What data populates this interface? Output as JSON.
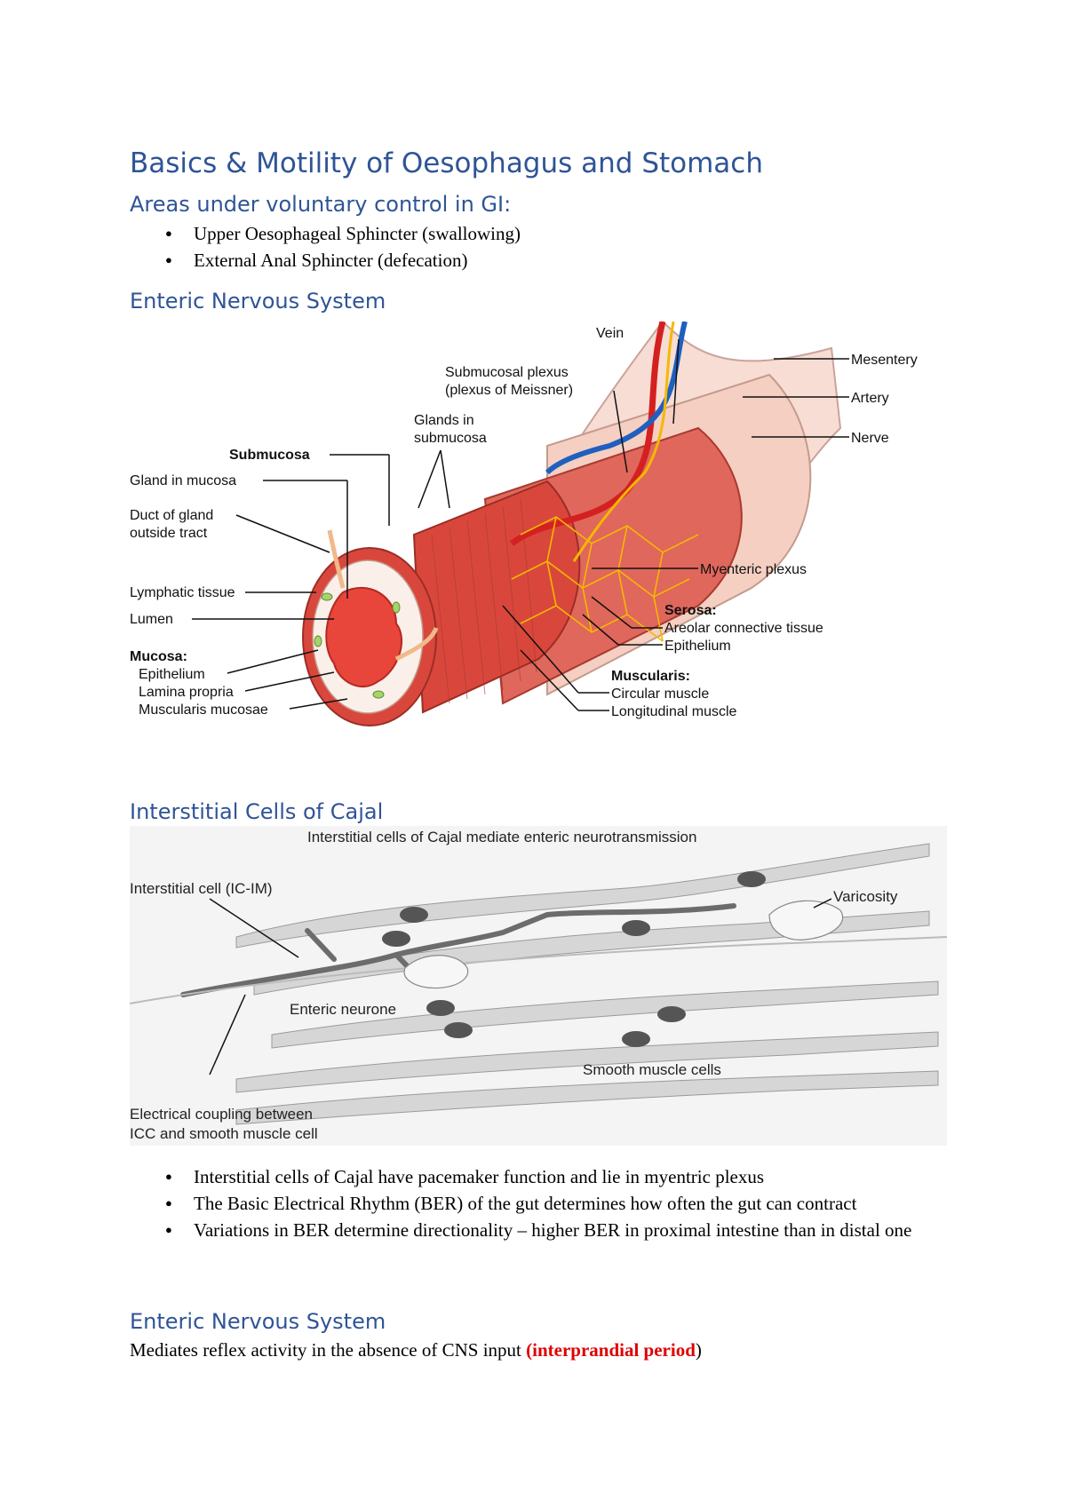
{
  "title": "Basics & Motility of Oesophagus and Stomach",
  "voluntary": {
    "heading": "Areas under voluntary control in GI:",
    "items": [
      "Upper Oesophageal Sphincter (swallowing)",
      "External Anal Sphincter (defecation)"
    ]
  },
  "ens1": {
    "heading": "Enteric Nervous System",
    "figure": {
      "labels": {
        "vein": "Vein",
        "submucosal_plexus_1": "Submucosal plexus",
        "submucosal_plexus_2": "(plexus of Meissner)",
        "mesentery": "Mesentery",
        "artery": "Artery",
        "nerve": "Nerve",
        "glands_in_1": "Glands in",
        "glands_in_2": "submucosa",
        "submucosa": "Submucosa",
        "gland_in_mucosa": "Gland in mucosa",
        "duct_1": "Duct of gland",
        "duct_2": "outside tract",
        "myenteric_plexus": "Myenteric plexus",
        "lymphatic": "Lymphatic tissue",
        "lumen": "Lumen",
        "serosa": "Serosa:",
        "areolar": "Areolar connective tissue",
        "epithelium_serosa": "Epithelium",
        "mucosa": "Mucosa:",
        "epithelium_mucosa": "Epithelium",
        "lamina": "Lamina propria",
        "muscularis_mucosae": "Muscularis mucosae",
        "muscularis": "Muscularis:",
        "circular": "Circular muscle",
        "longitudinal": "Longitudinal muscle"
      }
    }
  },
  "icc": {
    "heading": "Interstitial Cells of Cajal",
    "figure": {
      "caption": "Interstitial cells of Cajal mediate enteric neurotransmission",
      "labels": {
        "interstitial_cell": "Interstitial cell (IC-IM)",
        "varicosity": "Varicosity",
        "enteric_neurone": "Enteric neurone",
        "smooth_muscle": "Smooth muscle cells",
        "coupling_1": "Electrical coupling between",
        "coupling_2": "ICC and smooth muscle cell"
      }
    },
    "items": [
      "Interstitial cells of Cajal have pacemaker function and lie in myentric plexus",
      "The Basic Electrical Rhythm (BER) of the gut determines how often the gut can contract",
      "Variations in BER determine directionality – higher BER in proximal intestine than in distal one"
    ]
  },
  "ens2": {
    "heading": "Enteric Nervous System",
    "text_before": "Mediates reflex activity in the absence of CNS input ",
    "highlight": "(interprandial period",
    "text_after": ")"
  },
  "colors": {
    "heading": "#2f5496",
    "highlight": "#e00000",
    "muscle": "#d9473c",
    "nerve": "#f5b800",
    "artery": "#d42020",
    "vein": "#1f5fbf"
  }
}
